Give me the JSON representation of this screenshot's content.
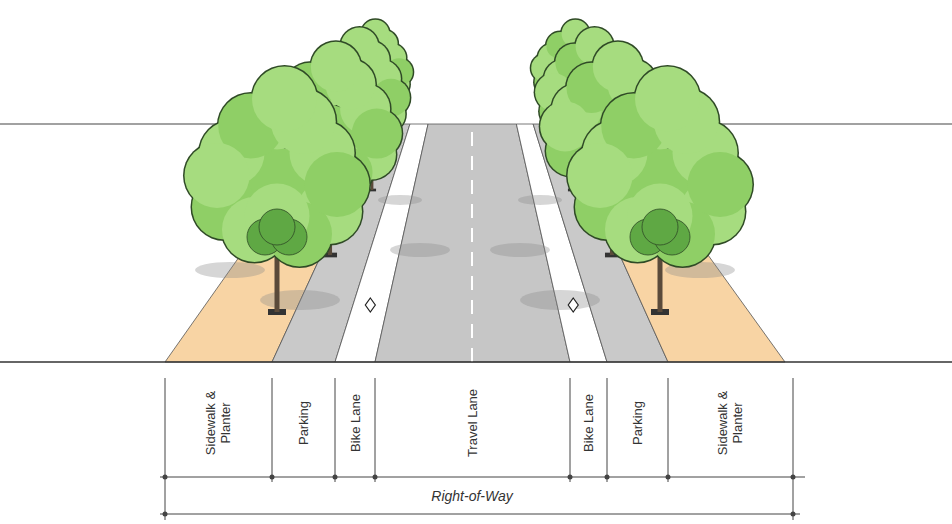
{
  "diagram": {
    "labels": [
      "Sidewalk & Planter",
      "Parking",
      "Bike Lane",
      "Travel Lane",
      "Bike Lane",
      "Parking",
      "Sidewalk & Planter",
      "Right-of-Way"
    ]
  }
}
